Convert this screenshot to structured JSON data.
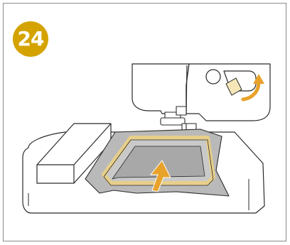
{
  "step": {
    "number": "24"
  },
  "colors": {
    "badge": "#d4a300",
    "arrow": "#e8a22a",
    "hoop": "#e7cf8a",
    "fabric": "#b9b9b9",
    "outline": "#2a2a2a"
  },
  "icons": {
    "step_badge": "circle-number-badge",
    "lever_arrow": "curved-up-arrow",
    "hoop_arrow": "up-arrow"
  }
}
